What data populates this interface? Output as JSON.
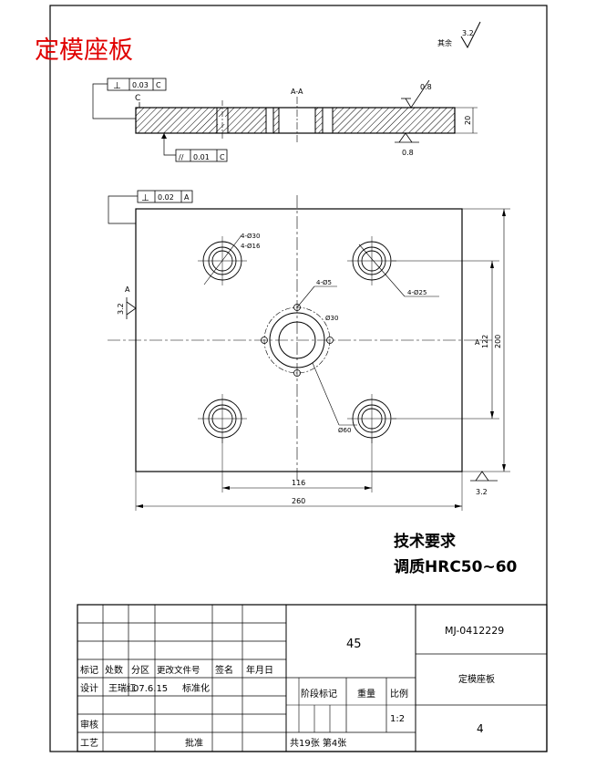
{
  "header": {
    "title": "定模座板",
    "title_color": "#e00000",
    "roughness_other": "3.2",
    "roughness_other_label": "其余"
  },
  "section_view": {
    "label": "A-A",
    "fcf_perp": {
      "symbol": "⊥",
      "value": "0.03",
      "datum": "C"
    },
    "fcf_parallel": {
      "symbol": "//",
      "value": "0.01",
      "datum": "C"
    },
    "datum_label": "C",
    "thickness": "20",
    "roughness_top": "0.8",
    "roughness_bottom": "0.8"
  },
  "plan_view": {
    "fcf_perp": {
      "symbol": "⊥",
      "value": "0.02",
      "datum": "A"
    },
    "section_mark_left": "A",
    "section_mark_right": "A",
    "roughness_left": "3.2",
    "roughness_bottom_right": "3.2",
    "callout_top_left": "4-Ø30",
    "callout_top_left_2": "4-Ø16",
    "callout_right": "4-Ø25",
    "callout_center_small": "4-Ø5",
    "callout_center_large": "Ø30",
    "callout_center_bore": "Ø60",
    "dim_116": "116",
    "dim_260": "260",
    "dim_122": "122",
    "dim_200": "200"
  },
  "requirements": {
    "heading": "技术要求",
    "line1": "调质HRC50~60"
  },
  "title_block": {
    "material": "45",
    "drawing_no": "MJ-0412229",
    "part_name": "定模座板",
    "sheet_no": "4",
    "scale_header": "比例",
    "scale": "1:2",
    "stage_label": "阶段标记",
    "weight_label": "重量",
    "sheets": "共19张  第4张",
    "row_labels": [
      "标记",
      "处数",
      "分区",
      "更改文件号",
      "签名",
      "年月日"
    ],
    "design_label": "设计",
    "designer": "王瑞红",
    "design_date": "07.6.15",
    "standardize_label": "标准化",
    "review_label": "审核",
    "process_label": "工艺",
    "approve_label": "批准"
  },
  "colors": {
    "ink": "#000000",
    "title": "#e00000"
  }
}
